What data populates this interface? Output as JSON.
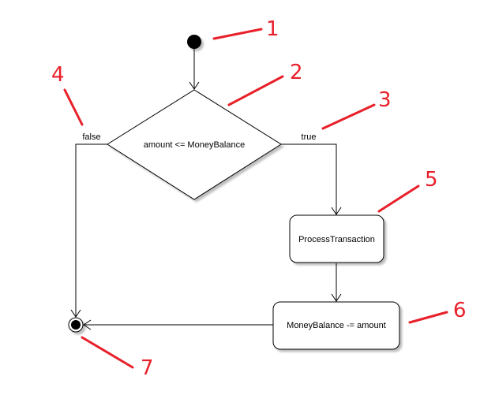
{
  "diagram": {
    "type": "UML activity diagram",
    "colors": {
      "stroke": "#000000",
      "node_fill": "#ffffff",
      "shadow": "#c8c8c8",
      "callout": "#e8202a"
    },
    "nodes": {
      "initial": {
        "kind": "initial-node"
      },
      "decision": {
        "kind": "decision-node",
        "condition": "amount <= MoneyBalance"
      },
      "process": {
        "kind": "action",
        "label": "ProcessTransaction"
      },
      "update": {
        "kind": "action",
        "label": "MoneyBalance -= amount"
      },
      "final": {
        "kind": "final-node"
      }
    },
    "guards": {
      "false_label": "false",
      "true_label": "true"
    },
    "callouts": [
      "1",
      "2",
      "3",
      "4",
      "5",
      "6",
      "7"
    ]
  }
}
